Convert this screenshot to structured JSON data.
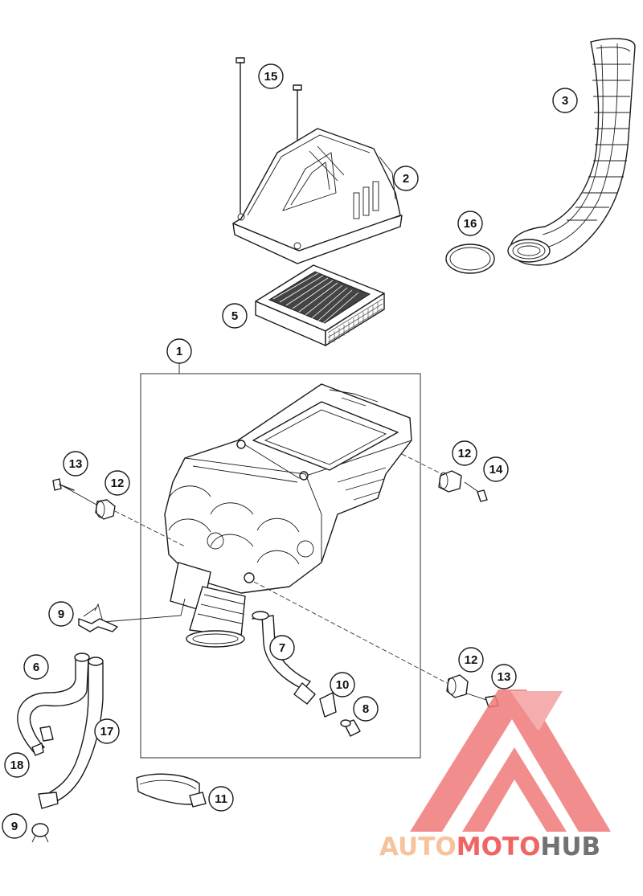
{
  "diagram": {
    "callouts": [
      "1",
      "2",
      "3",
      "5",
      "6",
      "7",
      "8",
      "9",
      "9",
      "10",
      "11",
      "12",
      "12",
      "12",
      "13",
      "13",
      "14",
      "15",
      "16",
      "17",
      "18"
    ]
  },
  "watermark": {
    "part1": "AUTO",
    "part2": "MOTO",
    "part3": "HUB",
    "color_light": "#f6b98b",
    "color_red": "#ef4a4a",
    "color_dark": "#5a5a5a"
  }
}
